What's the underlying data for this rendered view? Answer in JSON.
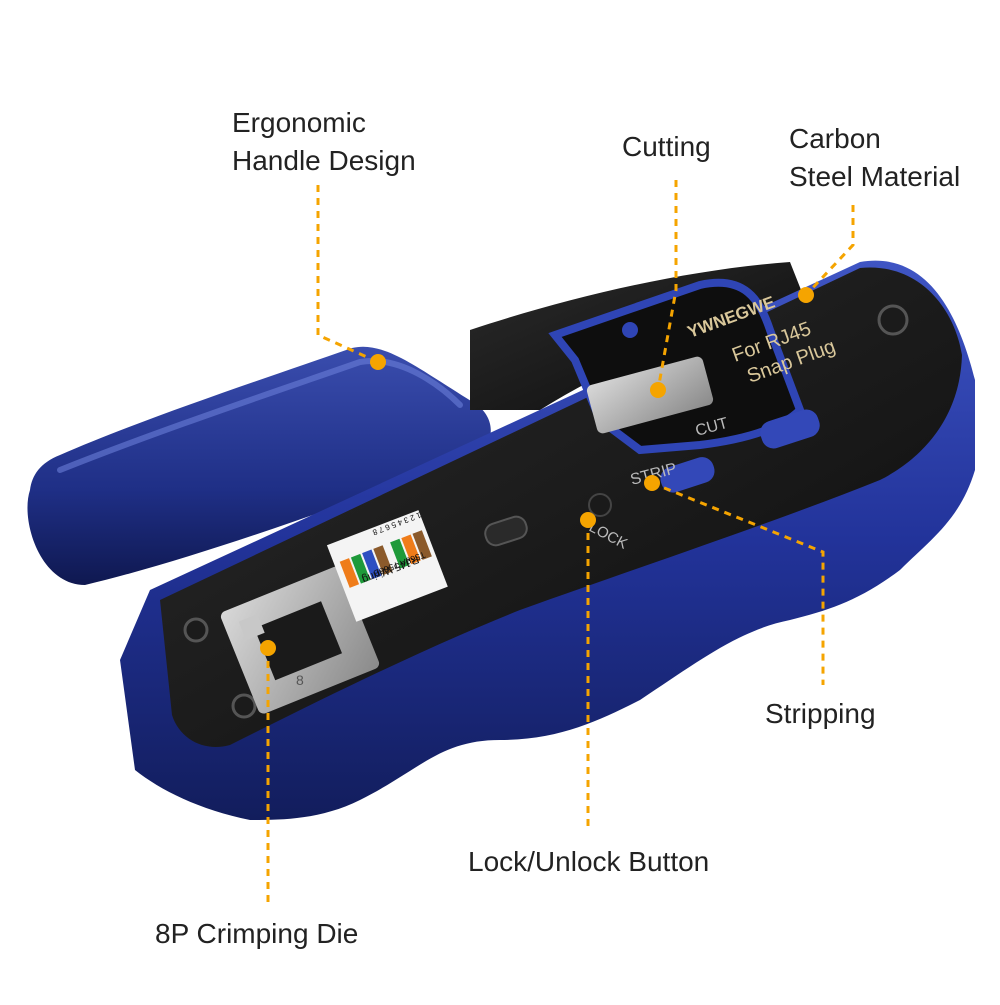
{
  "colors": {
    "handle_blue": "#1f2f86",
    "body_black": "#141414",
    "callout_orange": "#f5a400",
    "brand_text": "#d9c79a"
  },
  "callouts": {
    "ergonomic": {
      "line1": "Ergonomic",
      "line2": "Handle Design"
    },
    "cutting": {
      "line1": "Cutting"
    },
    "carbon": {
      "line1": "Carbon",
      "line2": "Steel Material"
    },
    "stripping": {
      "line1": "Stripping"
    },
    "lock": {
      "line1": "Lock/Unlock Button"
    },
    "die": {
      "line1": "8P Crimping Die"
    }
  },
  "tool": {
    "brand": "YWNEGWE",
    "plate_line1": "For RJ45",
    "plate_line2": "Snap Plug",
    "cut_label": "CUT",
    "strip_label": "STRIP",
    "lock_label": "LOCK",
    "wiring_label": "RJ45 Wiring",
    "wiring_standards": "T568A T568B",
    "pin_numbers": "1 2 3 4 5 6 7 8",
    "die_mark": "8"
  }
}
